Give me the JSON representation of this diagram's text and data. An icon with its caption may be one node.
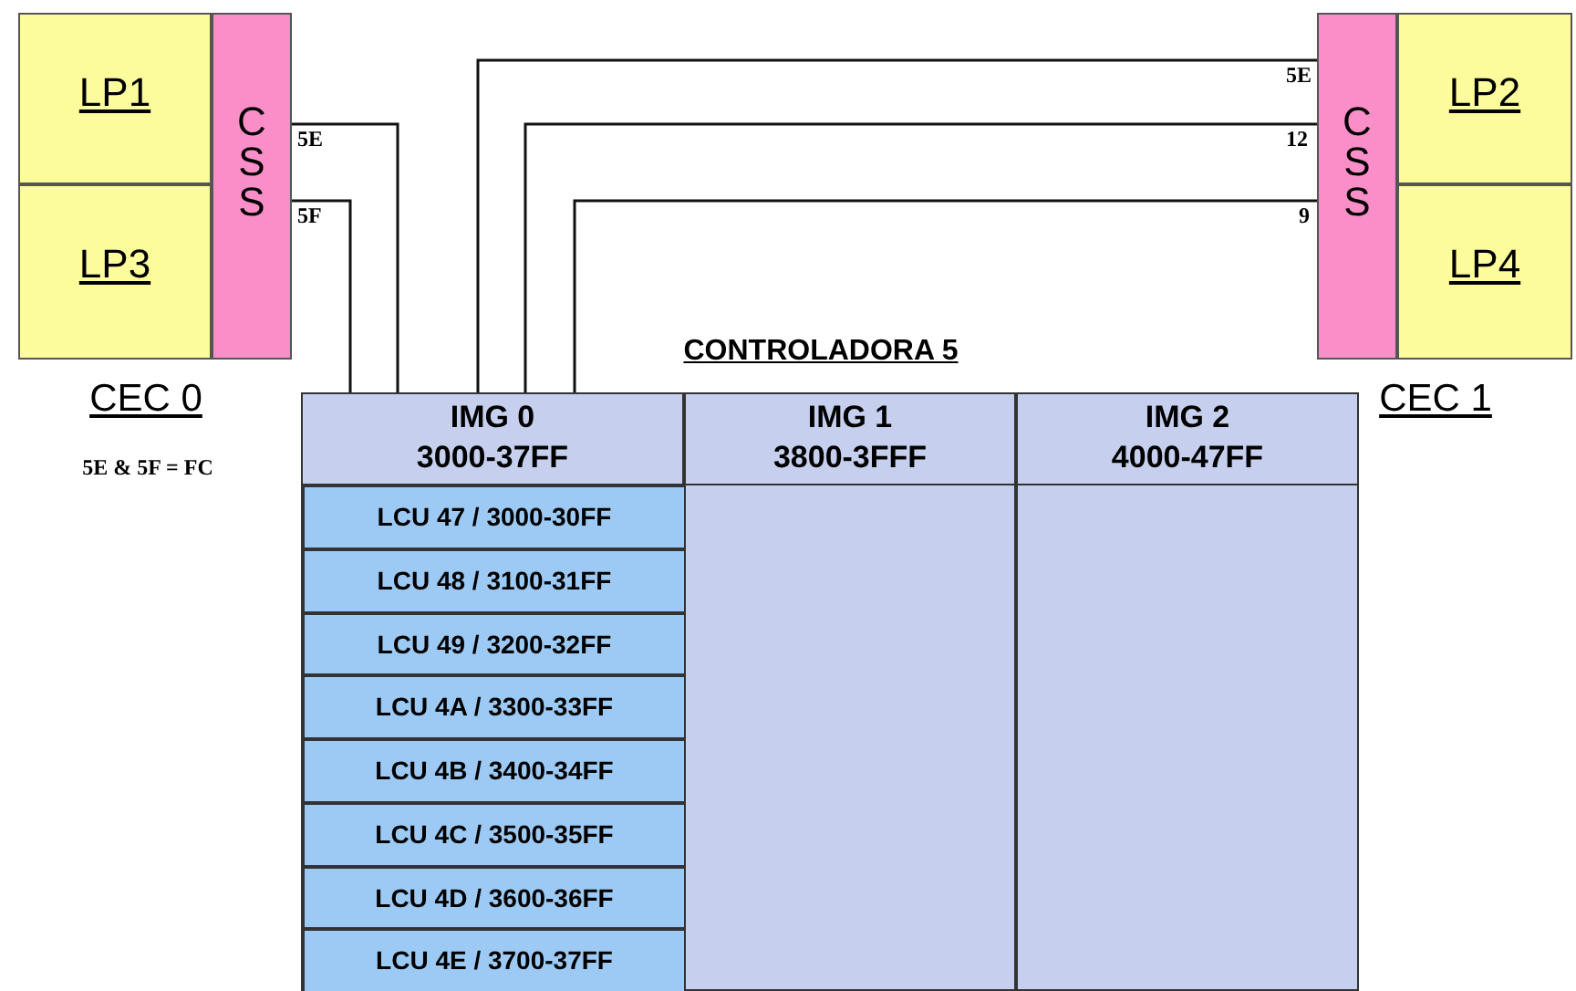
{
  "diagram": {
    "nodes": [
      {
        "text": [
          "CEC 0"
        ]
      },
      {
        "text": [
          "LP1"
        ],
        "in": 0
      },
      {
        "text": [
          "LP3"
        ],
        "in": 0
      },
      {
        "text": [
          "C S S"
        ],
        "in": 0
      },
      {
        "text": [
          "CEC 1"
        ]
      },
      {
        "text": [
          "C S S"
        ],
        "in": 4
      },
      {
        "text": [
          "LP2"
        ],
        "in": 4
      },
      {
        "text": [
          "LP4"
        ],
        "in": 4
      },
      {
        "text": [
          "CONTROLADORA 5"
        ]
      },
      {
        "text": [
          "IMG 0",
          "3000-37FF"
        ],
        "in": 8
      },
      {
        "text": [
          "LCU 47 / 3000-30FF"
        ],
        "in": 9
      },
      {
        "text": [
          "LCU 48 / 3100-31FF"
        ],
        "in": 9
      },
      {
        "text": [
          "LCU 49 / 3200-32FF"
        ],
        "in": 9
      },
      {
        "text": [
          "LCU 4A / 3300-33FF"
        ],
        "in": 9
      },
      {
        "text": [
          "LCU 4B / 3400-34FF"
        ],
        "in": 9
      },
      {
        "text": [
          "LCU 4C / 3500-35FF"
        ],
        "in": 9
      },
      {
        "text": [
          "LCU 4D / 3600-36FF"
        ],
        "in": 9
      },
      {
        "text": [
          "LCU 4E / 3700-37FF"
        ],
        "in": 9
      },
      {
        "text": [
          "IMG 1",
          "3800-3FFF"
        ],
        "in": 8
      },
      {
        "text": [
          "IMG 2",
          "4000-47FF"
        ],
        "in": 8
      }
    ],
    "edges": [
      {
        "from": 3,
        "to": 9,
        "arrow": "none",
        "label": "5E"
      },
      {
        "from": 3,
        "to": 9,
        "arrow": "none",
        "label": "5F"
      },
      {
        "from": 5,
        "to": 9,
        "arrow": "none",
        "label": "5E"
      },
      {
        "from": 5,
        "to": 9,
        "arrow": "none",
        "label": "12"
      },
      {
        "from": 5,
        "to": 9,
        "arrow": "none",
        "label": "9"
      }
    ],
    "labels": [
      "5E & 5F = FC"
    ]
  }
}
